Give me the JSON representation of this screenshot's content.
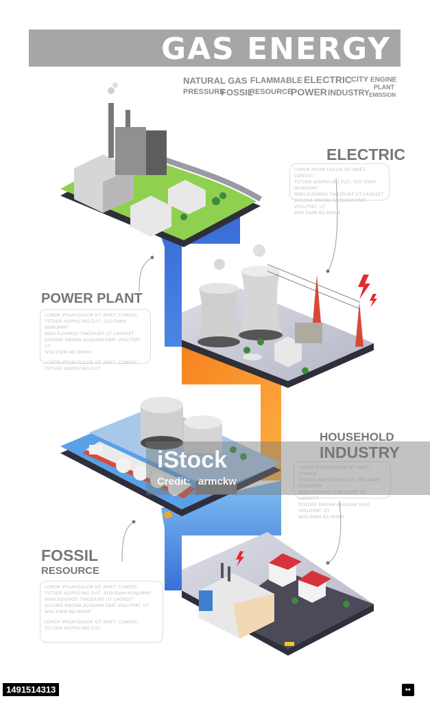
{
  "banner": {
    "title": "GAS ENERGY"
  },
  "keywords": [
    {
      "text": "NATURAL GAS"
    },
    {
      "text": "FLAMMABLE"
    },
    {
      "text": "ELECTRIC"
    },
    {
      "text": "CITY"
    },
    {
      "text": "ENGINE"
    },
    {
      "text": "PRESSURE"
    },
    {
      "text": "FOSSIL"
    },
    {
      "text": "RESOURCE"
    },
    {
      "text": "POWER"
    },
    {
      "text": "INDUSTRY"
    },
    {
      "text": "PLANT"
    },
    {
      "text": "EMISSION"
    }
  ],
  "sections": {
    "electric": {
      "title": "ELECTRIC",
      "body": "LOREM IPSUM DOLOR SIT AMET, CONSEC-\nTETUER ADIPISCING ELIT, SED DIAM NONUMMY\nNIBH EUISMOD TINCIDUNT UT LAOREET\nDOLORE MAGNA ALIQUAM ERAT VOLUTPAT. UT\nWISI ENIM AD MINIM"
    },
    "power_plant": {
      "title": "POWER PLANT",
      "body": "LOREM IPSUM DOLOR SIT AMET, CONSEC-\nTETUER ADIPISCING ELIT, SED DIAM NONUMMY\nNIBH EUISMOD TINCIDUNT UT LAOREET\nDOLORE MAGNA ALIQUAM ERAT VOLUTPAT. UT\nWISI ENIM AD MINIM",
      "body2": "LOREM IPSUM DOLOR SIT AMET, CONSEC-\nTETUER ADIPISCING ELIT"
    },
    "household": {
      "title1": "HOUSEHOLD",
      "title2": "INDUSTRY",
      "body": "LOREM IPSUM DOLOR SIT AMET, CONSEC-\nTETUER ADIPISCING ELIT, SED DIAM NONUMMY\nNIBH EUISMOD TINCIDUNT UT LAOREET\nDOLORE MAGNA ALIQUAM ERAT VOLUTPAT. UT\nWISI ENIM AD MINIM"
    },
    "fossil": {
      "title1": "FOSSIL",
      "title2": "RESOURCE",
      "body": "LOREM IPSUM DOLOR SIT AMET, CONSEC-\nTETUER ADIPISCING ELIT, SED DIAM NONUMMY\nNIBH EUISMOD TINCIDUNT UT LAOREET\nDOLORE MAGNA ALIQUAM ERAT VOLUTPAT. UT\nWISI ENIM AD MINIM",
      "body2": "LOREM IPSUM DOLOR SIT AMET, CONSEC-\nTETUER ADIPISCING ELIT"
    }
  },
  "watermark": {
    "brand": "iStock",
    "credit": "Credit:",
    "author": "armckw"
  },
  "footer": {
    "image_id": "1491514313"
  },
  "colors": {
    "banner": "#a6a6a6",
    "heading": "#777777",
    "grass": "#8fd14f",
    "water": "#3f6fd8",
    "orange": "#f7821e",
    "light_blue": "#5fa8e8",
    "ground": "#c8c8d2",
    "platform": "#2e2f3a"
  }
}
